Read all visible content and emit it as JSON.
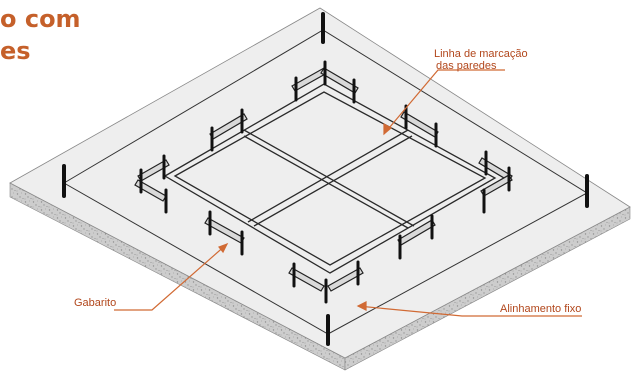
{
  "heading": {
    "line1": "o com",
    "line2": "es"
  },
  "labels": {
    "wall_marking_line1": "Linha de marcação",
    "wall_marking_line2": "das paredes",
    "gabarito": "Gabarito",
    "fixed_alignment": "Alinhamento fixo"
  },
  "colors": {
    "heading": "#c5602a",
    "label_text": "#b2471c",
    "leader_line": "#d16a34",
    "slab_top": "#eeeeee",
    "slab_side": "#cfcfcf",
    "lumber": "#2a2a2a",
    "rod": "#111111"
  }
}
